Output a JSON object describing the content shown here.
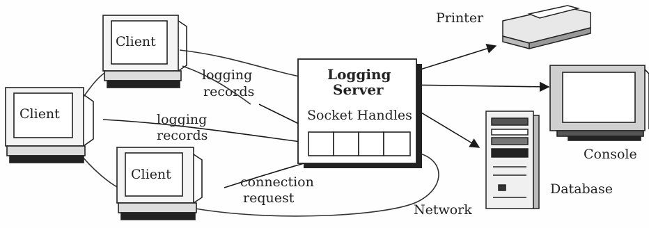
{
  "diagram": {
    "clients": [
      "Client",
      "Client",
      "Client"
    ],
    "server": {
      "title_line1": "Logging",
      "title_line2": "Server",
      "socket_label": "Socket Handles"
    },
    "labels": {
      "records_top_1": "logging",
      "records_top_2": "records",
      "records_mid_1": "logging",
      "records_mid_2": "records",
      "connection_1": "connection",
      "connection_2": "request",
      "network": "Network"
    },
    "devices": {
      "printer": "Printer",
      "console": "Console",
      "database": "Database"
    }
  }
}
